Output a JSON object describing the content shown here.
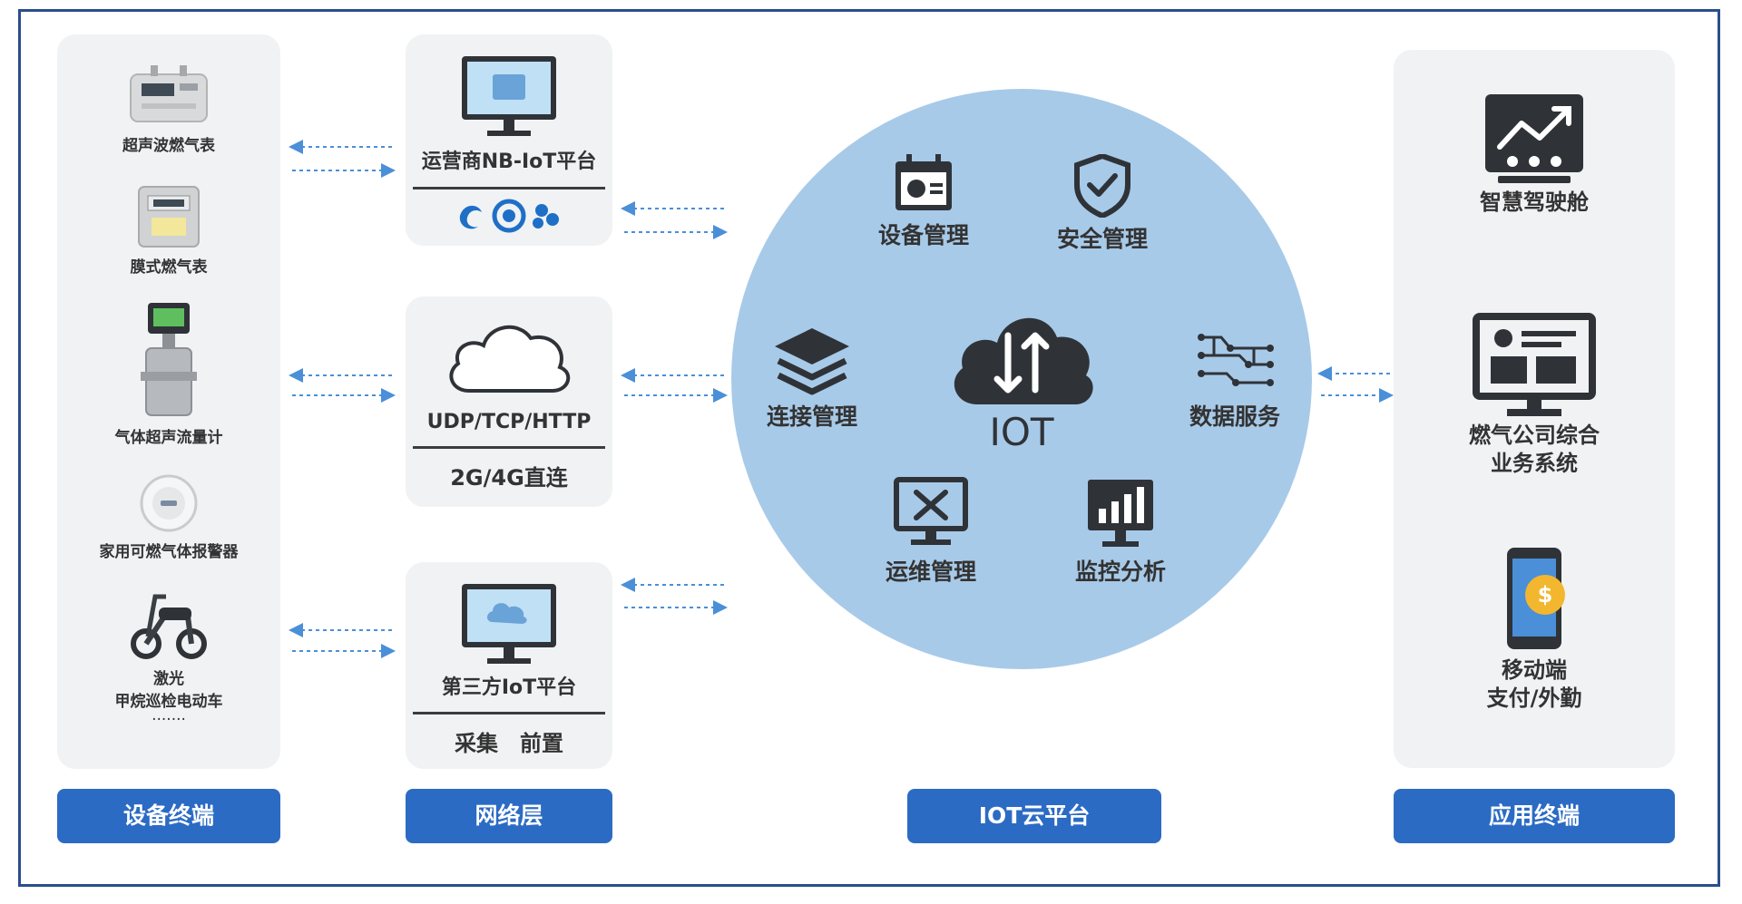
{
  "devices": {
    "items": [
      {
        "label": "超声波燃气表"
      },
      {
        "label": "膜式燃气表"
      },
      {
        "label": "气体超声流量计"
      },
      {
        "label": "家用可燃气体报警器"
      },
      {
        "label": "激光"
      },
      {
        "label": "甲烷巡检电动车"
      }
    ],
    "more": "·······"
  },
  "network": {
    "nb": {
      "title": "运营商NB-IoT平台"
    },
    "udp": {
      "title": "UDP/TCP/HTTP",
      "subtitle": "2G/4G直连"
    },
    "third": {
      "title": "第三方IoT平台",
      "subtitle": "采集　前置"
    }
  },
  "platform": {
    "center": "IOT",
    "features": {
      "device": "设备管理",
      "security": "安全管理",
      "connection": "连接管理",
      "data": "数据服务",
      "ops": "运维管理",
      "monitor": "监控分析"
    }
  },
  "apps": {
    "cockpit": "智慧驾驶舱",
    "business_1": "燃气公司综合",
    "business_2": "业务系统",
    "mobile_1": "移动端",
    "mobile_2": "支付/外勤"
  },
  "tags": {
    "devices": "设备终端",
    "network": "网络层",
    "platform": "IOT云平台",
    "apps": "应用终端"
  },
  "colors": {
    "accent": "#2c6bc4",
    "circle": "#a8cae9",
    "panel": "#f0f2f4",
    "frame": "#2a4e8c",
    "arrow": "#4a8fd8"
  }
}
